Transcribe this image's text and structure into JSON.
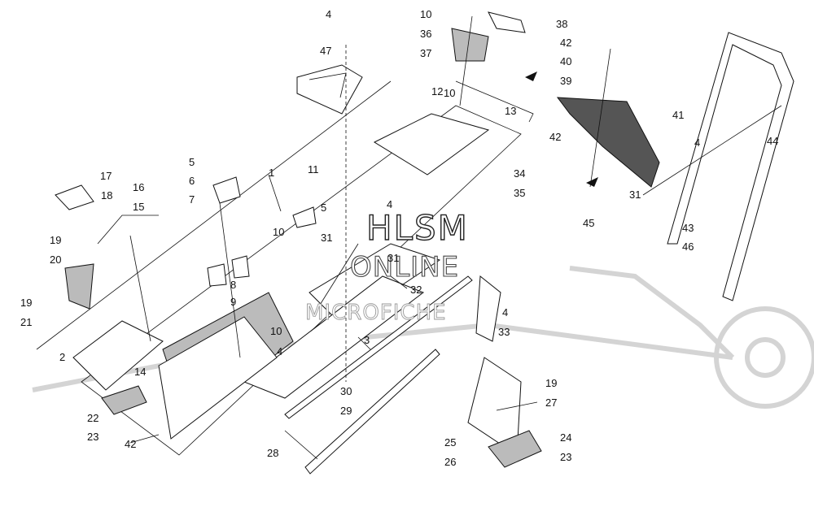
{
  "watermark": {
    "line1": "HLSM",
    "line2": "ONLINE",
    "line3": "MICROFICHE"
  },
  "callouts": [
    "1",
    "2",
    "3",
    "4",
    "4",
    "4",
    "4",
    "4",
    "5",
    "5",
    "6",
    "7",
    "8",
    "9",
    "10",
    "10",
    "10",
    "10",
    "11",
    "12",
    "13",
    "14",
    "15",
    "16",
    "17",
    "18",
    "19",
    "19",
    "19",
    "20",
    "21",
    "22",
    "23",
    "23",
    "24",
    "25",
    "26",
    "27",
    "28",
    "29",
    "30",
    "31",
    "31",
    "31",
    "32",
    "33",
    "34",
    "35",
    "36",
    "37",
    "38",
    "39",
    "40",
    "41",
    "42",
    "42",
    "42",
    "43",
    "44",
    "45",
    "46",
    "47"
  ],
  "colors": {
    "line": "#111111",
    "background": "#ffffff",
    "ghost_logo": "#d4d4d4"
  }
}
